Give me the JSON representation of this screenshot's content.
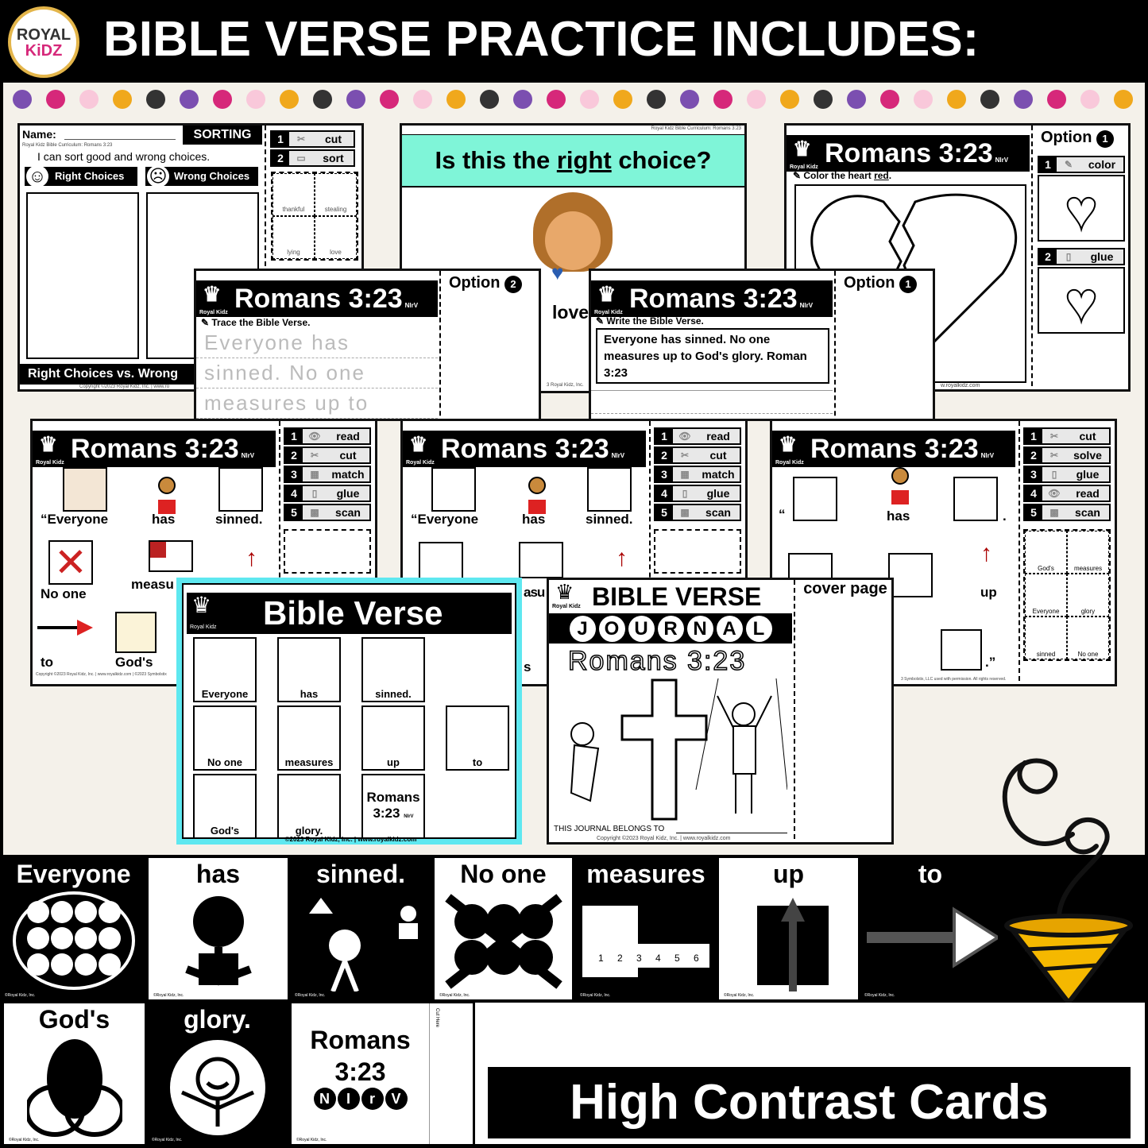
{
  "header": {
    "title": "BIBLE VERSE PRACTICE INCLUDES:",
    "logo_top": "ROYAL",
    "logo_bottom": "KiDZ"
  },
  "colors": {
    "dots": [
      "#7b4fb0",
      "#d6287a",
      "#f9c8da",
      "#f0a81c",
      "#333333"
    ],
    "accent_teal": "#7ff5d8",
    "accent_cyan": "#5ee8f0",
    "pot": "#f5b800"
  },
  "sorting": {
    "name_label": "Name:",
    "tag": "SORTING",
    "curriculum": "Royal Kidz Bible Curriculum: Romans 3:23",
    "instruction": "I can sort good and wrong choices.",
    "right": "Right Choices",
    "wrong": "Wrong Choices",
    "footer": "Right Choices vs. Wrong",
    "copyright": "Copyright ©2023 Royal Kidz, Inc. | www.ro",
    "steps": [
      {
        "n": "1",
        "label": "cut"
      },
      {
        "n": "2",
        "label": "sort"
      }
    ],
    "pictures": [
      "thankful",
      "stealing",
      "lying",
      "love"
    ]
  },
  "choice": {
    "small": "Royal Kidz Bible Curriculum: Romans 3:23",
    "pre": "Is this the ",
    "emph": "right",
    "post": " choice?",
    "word": "love",
    "copyright": "3 Royal Kidz, Inc."
  },
  "heart": {
    "title": "Romans 3:23",
    "nirv": "NIrV",
    "brand": "Royal Kidz",
    "instruction_pre": "Color the heart ",
    "instruction_emph": "red",
    "instruction_post": ".",
    "option": "Option",
    "option_num": "1",
    "steps": [
      {
        "n": "1",
        "label": "color"
      },
      {
        "n": "2",
        "label": "glue"
      }
    ],
    "footer": "w.royalkidz.com"
  },
  "trace": {
    "title": "Romans 3:23",
    "nirv": "NIrV",
    "brand": "Royal Kidz",
    "instruction": "Trace the Bible Verse.",
    "option": "Option",
    "option_num": "2",
    "lines": [
      "Everyone has",
      "sinned. No one",
      "measures up to"
    ]
  },
  "write": {
    "title": "Romans 3:23",
    "nirv": "NIrV",
    "brand": "Royal Kidz",
    "instruction": "Write the Bible Verse.",
    "option": "Option",
    "option_num": "1",
    "verse": "Everyone has sinned.  No one measures up to God's glory. Roman 3:23"
  },
  "cards": [
    {
      "title": "Romans 3:23",
      "nirv": "NIrV",
      "brand": "Royal Kidz",
      "steps": [
        {
          "n": "1",
          "label": "read"
        },
        {
          "n": "2",
          "label": "cut"
        },
        {
          "n": "3",
          "label": "match"
        },
        {
          "n": "4",
          "label": "glue"
        },
        {
          "n": "5",
          "label": "scan"
        }
      ],
      "words": [
        "“Everyone",
        "has",
        "sinned.",
        "No  one",
        "measu",
        "to",
        "God's"
      ],
      "copyright": "Copyright ©2023 Royal Kidz, Inc. | www.royalkidz.com | ©2023 Symbolstix"
    },
    {
      "title": "Romans 3:23",
      "nirv": "NIrV",
      "brand": "Royal Kidz",
      "steps": [
        {
          "n": "1",
          "label": "read"
        },
        {
          "n": "2",
          "label": "cut"
        },
        {
          "n": "3",
          "label": "match"
        },
        {
          "n": "4",
          "label": "glue"
        },
        {
          "n": "5",
          "label": "scan"
        }
      ],
      "words": [
        "“Everyone",
        "has",
        "sinned.",
        "asu",
        "s"
      ]
    },
    {
      "title": "Romans 3:23",
      "nirv": "NIrV",
      "brand": "Royal Kidz",
      "steps": [
        {
          "n": "1",
          "label": "cut"
        },
        {
          "n": "2",
          "label": "solve"
        },
        {
          "n": "3",
          "label": "glue"
        },
        {
          "n": "4",
          "label": "read"
        },
        {
          "n": "5",
          "label": "scan"
        }
      ],
      "words": [
        "“",
        "has",
        "up",
        ".",
        " .”"
      ],
      "pieces": [
        "God's",
        "measures",
        "Everyone",
        "glory",
        "sinned",
        "No one"
      ],
      "copyright": "3 Symbolstix, LLC used with permission. All rights reserved."
    }
  ],
  "board": {
    "title": "Bible Verse",
    "brand": "Royal Kidz",
    "cells": [
      "Everyone",
      "has",
      "sinned.",
      "No one",
      "measures",
      "up",
      "to",
      "God's",
      "glory.",
      "Romans",
      "3:23",
      "NIrV"
    ],
    "footer": "©2023 Royal Kidz, Inc. | www.royalkidz.com"
  },
  "journal": {
    "title": "BIBLE VERSE",
    "brand": "Royal Kidz",
    "letters": [
      "J",
      "O",
      "U",
      "R",
      "N",
      "A",
      "L"
    ],
    "verse": "Romans 3:23",
    "belongs": "THIS JOURNAL BELONGS TO",
    "copyright": "Copyright ©2023 Royal Kidz, Inc. | www.royalkidz.com",
    "side": "cover page"
  },
  "hc": {
    "cards": [
      "Everyone",
      "has",
      "sinned.",
      "No one",
      "measures",
      "up",
      "to",
      "God's",
      "glory."
    ],
    "romans": "Romans",
    "ref": "3:23",
    "nirv": [
      "N",
      "I",
      "r",
      "V"
    ],
    "cut": "Cut Here",
    "copy": "©Royal Kidz, Inc.",
    "banner": "High Contrast Cards",
    "ruler": [
      "1",
      "2",
      "3",
      "4",
      "5",
      "6"
    ]
  }
}
